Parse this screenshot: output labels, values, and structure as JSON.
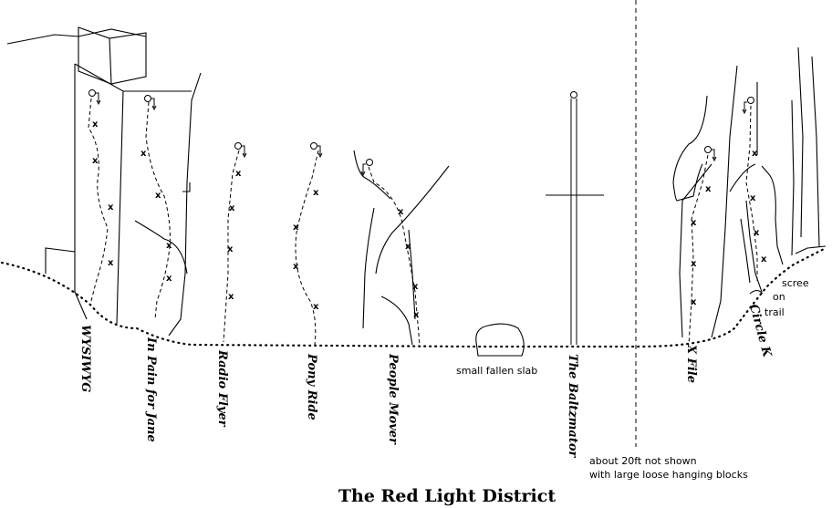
{
  "title": "The Red Light District",
  "bolt_mark": "x",
  "routes": [
    {
      "name": "WYSIWYG"
    },
    {
      "name": "In Pain for Jane"
    },
    {
      "name": "Radio Flyer"
    },
    {
      "name": "Pony Ride"
    },
    {
      "name": "People Mover"
    },
    {
      "name": "The Baltzmator"
    },
    {
      "name": "X File"
    },
    {
      "name": "Circle K"
    }
  ],
  "notes": {
    "slab": "small fallen slab",
    "not_shown_line1": "about 20ft not shown",
    "not_shown_line2": "with large loose hanging blocks",
    "scree": "scree",
    "on": "on",
    "trail": "trail"
  },
  "colors": {
    "ink": "#000000",
    "background": "#ffffff"
  }
}
